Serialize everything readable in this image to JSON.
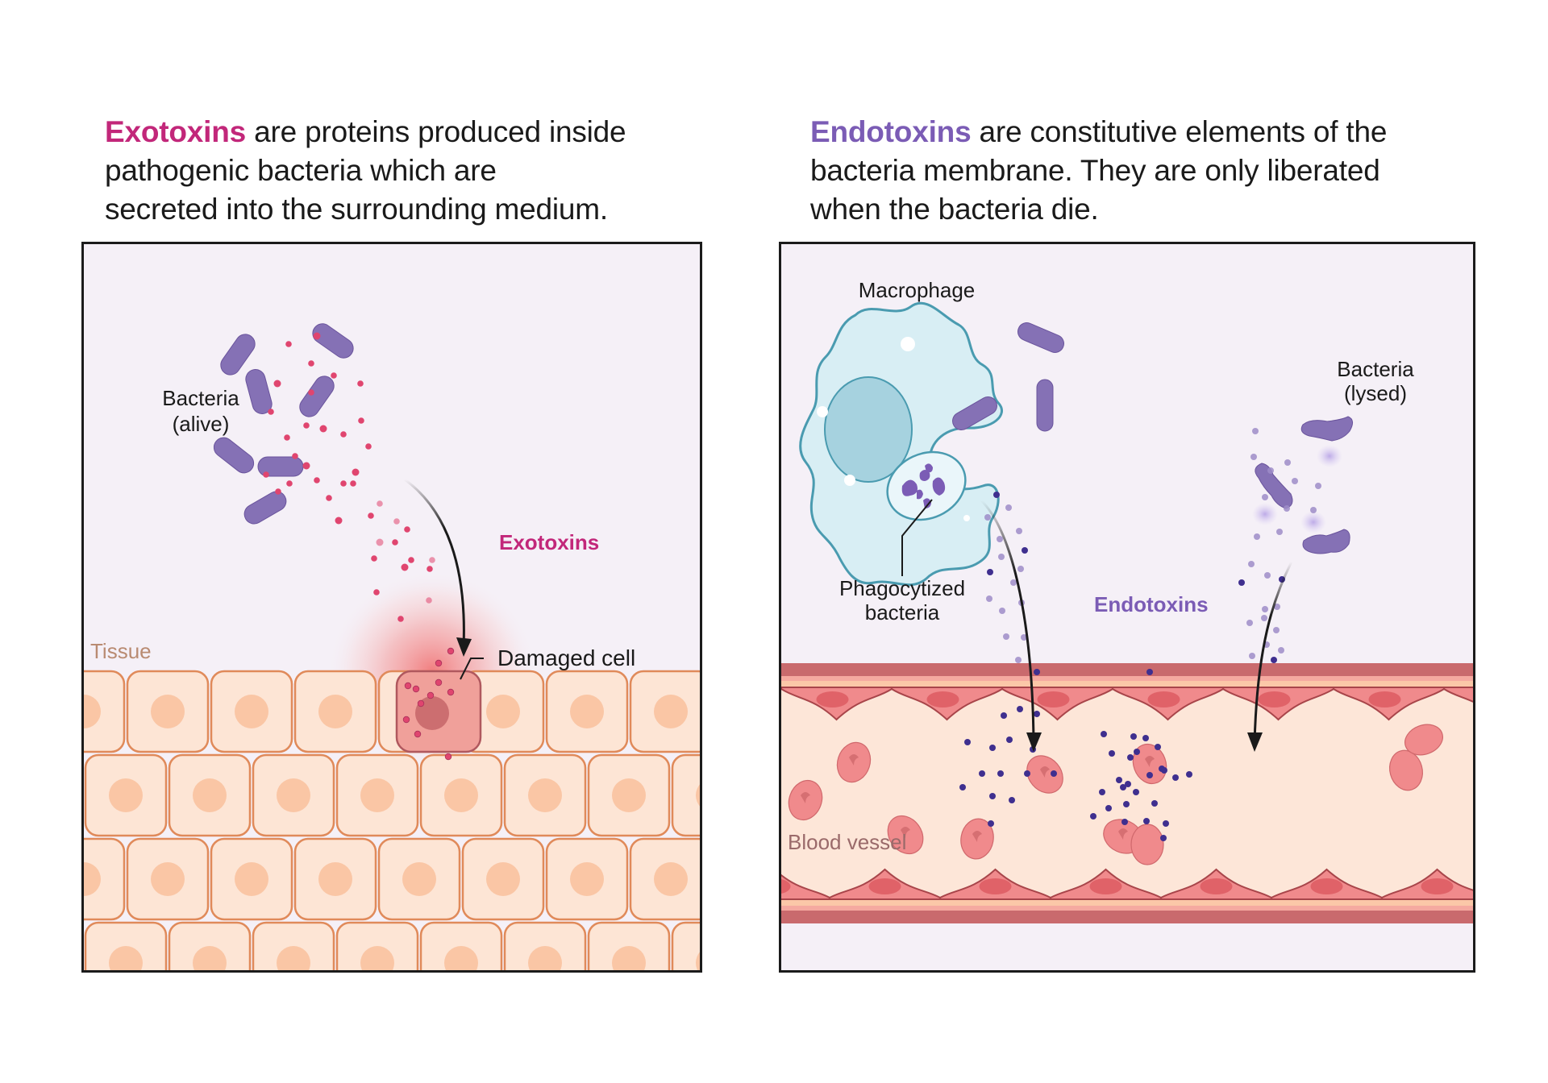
{
  "captions": {
    "exotoxins": {
      "highlight": "Exotoxins",
      "line1_rest": " are proteins produced inside",
      "line2": "pathogenic bacteria which are",
      "line3": "secreted into the surrounding medium."
    },
    "endotoxins": {
      "highlight": "Endotoxins",
      "line1_rest": " are constitutive elements of the",
      "line2": "bacteria membrane. They are only liberated",
      "line3": "when the bacteria die."
    }
  },
  "left_panel": {
    "bacteria_label_line1": "Bacteria",
    "bacteria_label_line2": "(alive)",
    "toxin_label": "Exotoxins",
    "damaged_cell_label": "Damaged cell",
    "tissue_label": "Tissue"
  },
  "right_panel": {
    "macrophage_label": "Macrophage",
    "phagocytized_line1": "Phagocytized",
    "phagocytized_line2": "bacteria",
    "lysed_line1": "Bacteria",
    "lysed_line2": "(lysed)",
    "toxin_label": "Endotoxins",
    "vessel_label": "Blood vessel"
  },
  "colors": {
    "exotoxin": "#c2277a",
    "endotoxin": "#7b5cb5",
    "bacteria": "#8571b5",
    "bacteria_edge": "#6a549c",
    "exotoxin_dot": "#e0456f",
    "endotoxin_dot": "#3f2f8f",
    "panel_bg": "#f5f0f7",
    "tissue_cell": "#fde5d5",
    "tissue_border": "#e08a5a",
    "tissue_nucleus": "#fac6a5",
    "tissue_label": "#b98b72",
    "damaged_cell": "#f0a09a",
    "damaged_nucleus": "#cc6e70",
    "macrophage_fill": "#d8eef4",
    "macrophage_edge": "#4a9bb0",
    "macrophage_nucleus": "#a6d2df",
    "vessel_wall": "#f08a8c",
    "vessel_wall_dark": "#c96a6d",
    "vessel_lumen": "#fde6d8",
    "rbc": "#f08a8c",
    "vessel_label": "#9a6a6a"
  }
}
